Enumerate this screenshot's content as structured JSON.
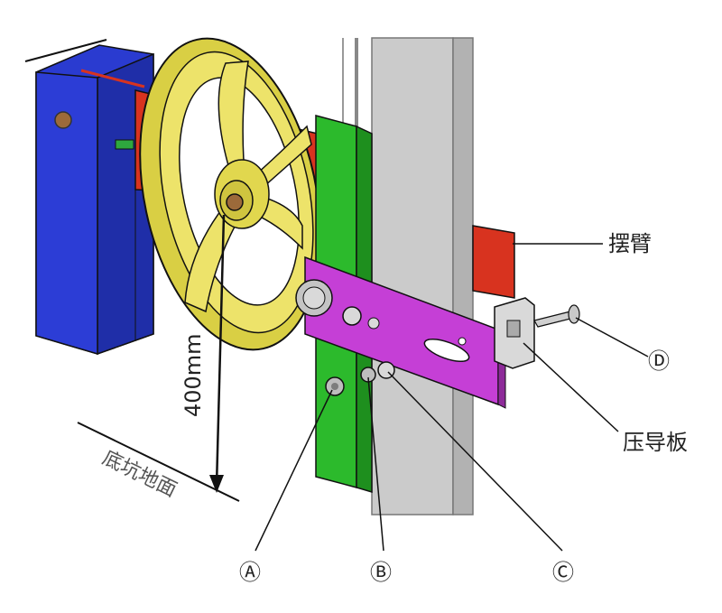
{
  "labels": {
    "swing_arm": "摆臂",
    "pressure_plate": "压导板",
    "dimension": "400mm",
    "pit_floor": "底坑地面",
    "A": "Ⓐ",
    "B": "Ⓑ",
    "C": "Ⓒ",
    "D": "Ⓓ"
  },
  "colors": {
    "block_blue": "#2a3bd0",
    "wheel_yellow": "#e6dc55",
    "arm_red": "#d8331f",
    "bracket_green": "#2cba2c",
    "plate_magenta": "#c53fd6",
    "rail_gray": "#c9c9c9",
    "bolt_gray": "#bdbdbd",
    "line": "#111111"
  }
}
